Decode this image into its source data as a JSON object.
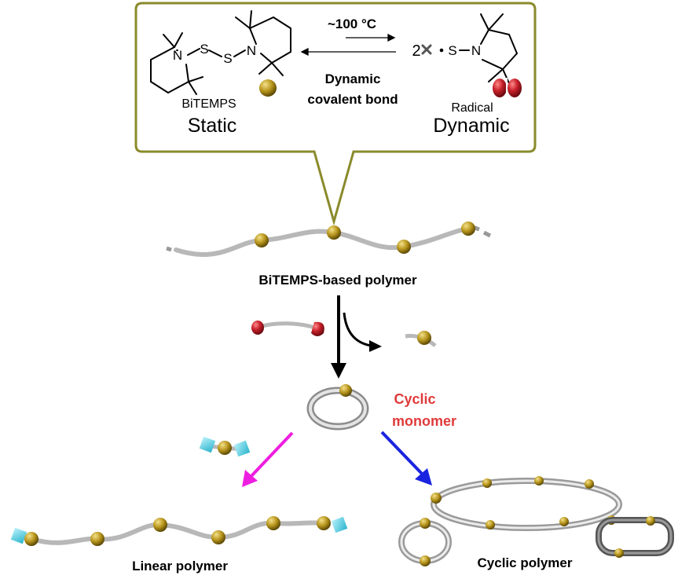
{
  "callout": {
    "temperature": "~100 °C",
    "bond_label_line1": "Dynamic",
    "bond_label_line2": "covalent bond",
    "left_molecule_name": "BiTEMPS",
    "left_state": "Static",
    "right_coefficient": "2",
    "right_molecule_name": "Radical",
    "right_state": "Dynamic",
    "atoms": {
      "nitrogen": "N",
      "sulfur": "S"
    }
  },
  "labels": {
    "polymer": "BiTEMPS-based polymer",
    "cyclic_line1": "Cyclic",
    "cyclic_line2": "monomer",
    "linear": "Linear polymer",
    "cyclic_polymer": "Cyclic polymer"
  },
  "colors": {
    "callout_border": "#8a8a2c",
    "gold_bead": "#b8961c",
    "chain_gray": "#b8b8b8",
    "radical_red": "#c8202a",
    "cyclic_label": "#e03a3a",
    "arrow_magenta": "#ee1ee0",
    "arrow_blue": "#1a24e0",
    "end_cap_cyan": "#5ad4e6"
  }
}
